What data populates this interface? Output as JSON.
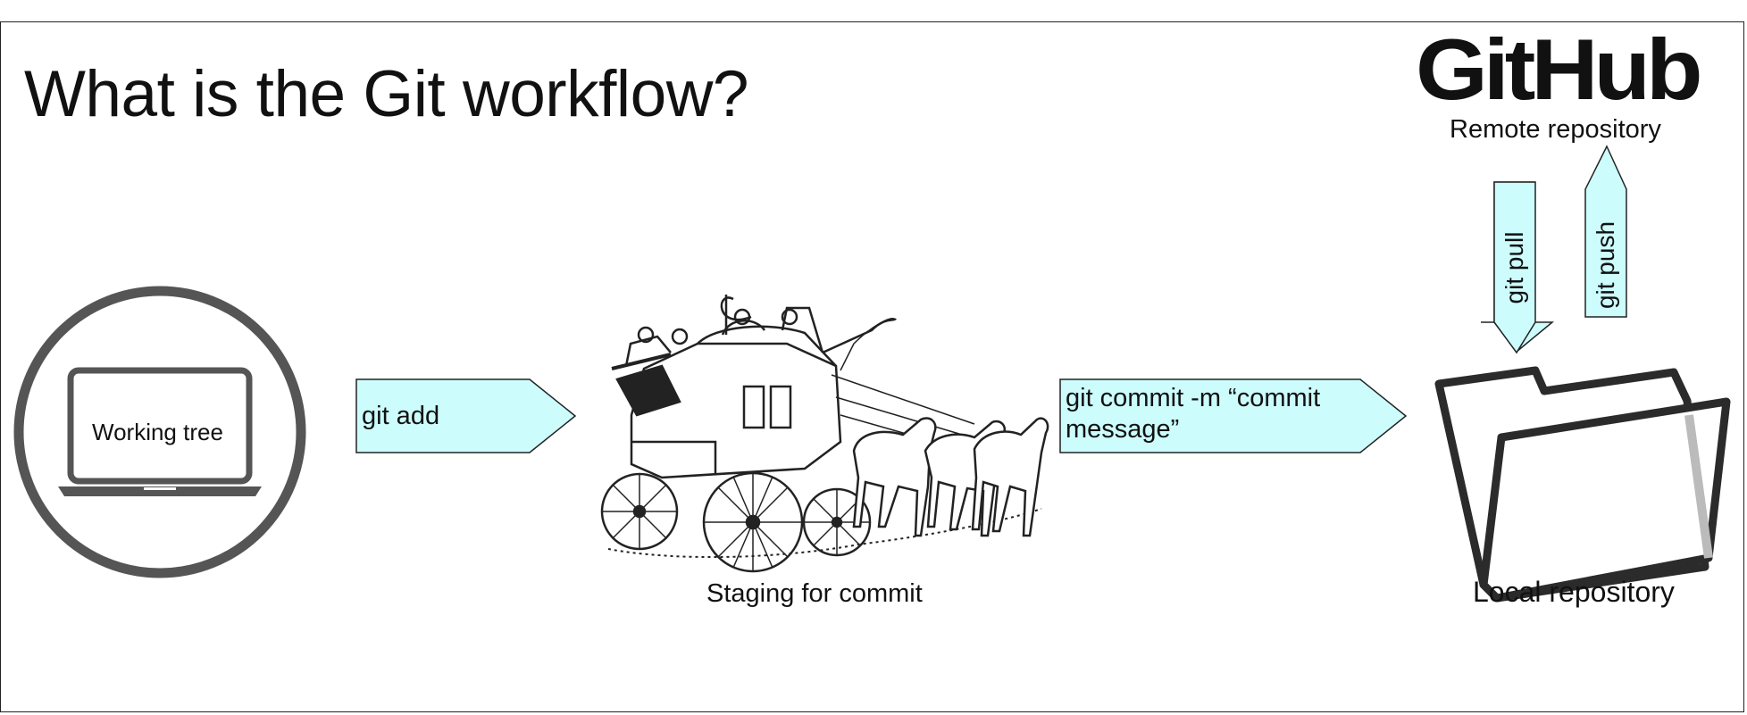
{
  "slide": {
    "title": "What is the Git workflow?"
  },
  "logo": {
    "text": "GitHub"
  },
  "nodes": {
    "working_tree": "Working tree",
    "staging": "Staging for commit",
    "local_repo": "Local repository",
    "remote_repo": "Remote repository"
  },
  "arrows": {
    "add": "git add",
    "commit": "git commit -m “commit message”",
    "pull": "git pull",
    "push": "git push"
  },
  "colors": {
    "arrow_fill": "#ccfcfc",
    "stroke": "#222222",
    "icon_gray": "#555555"
  }
}
